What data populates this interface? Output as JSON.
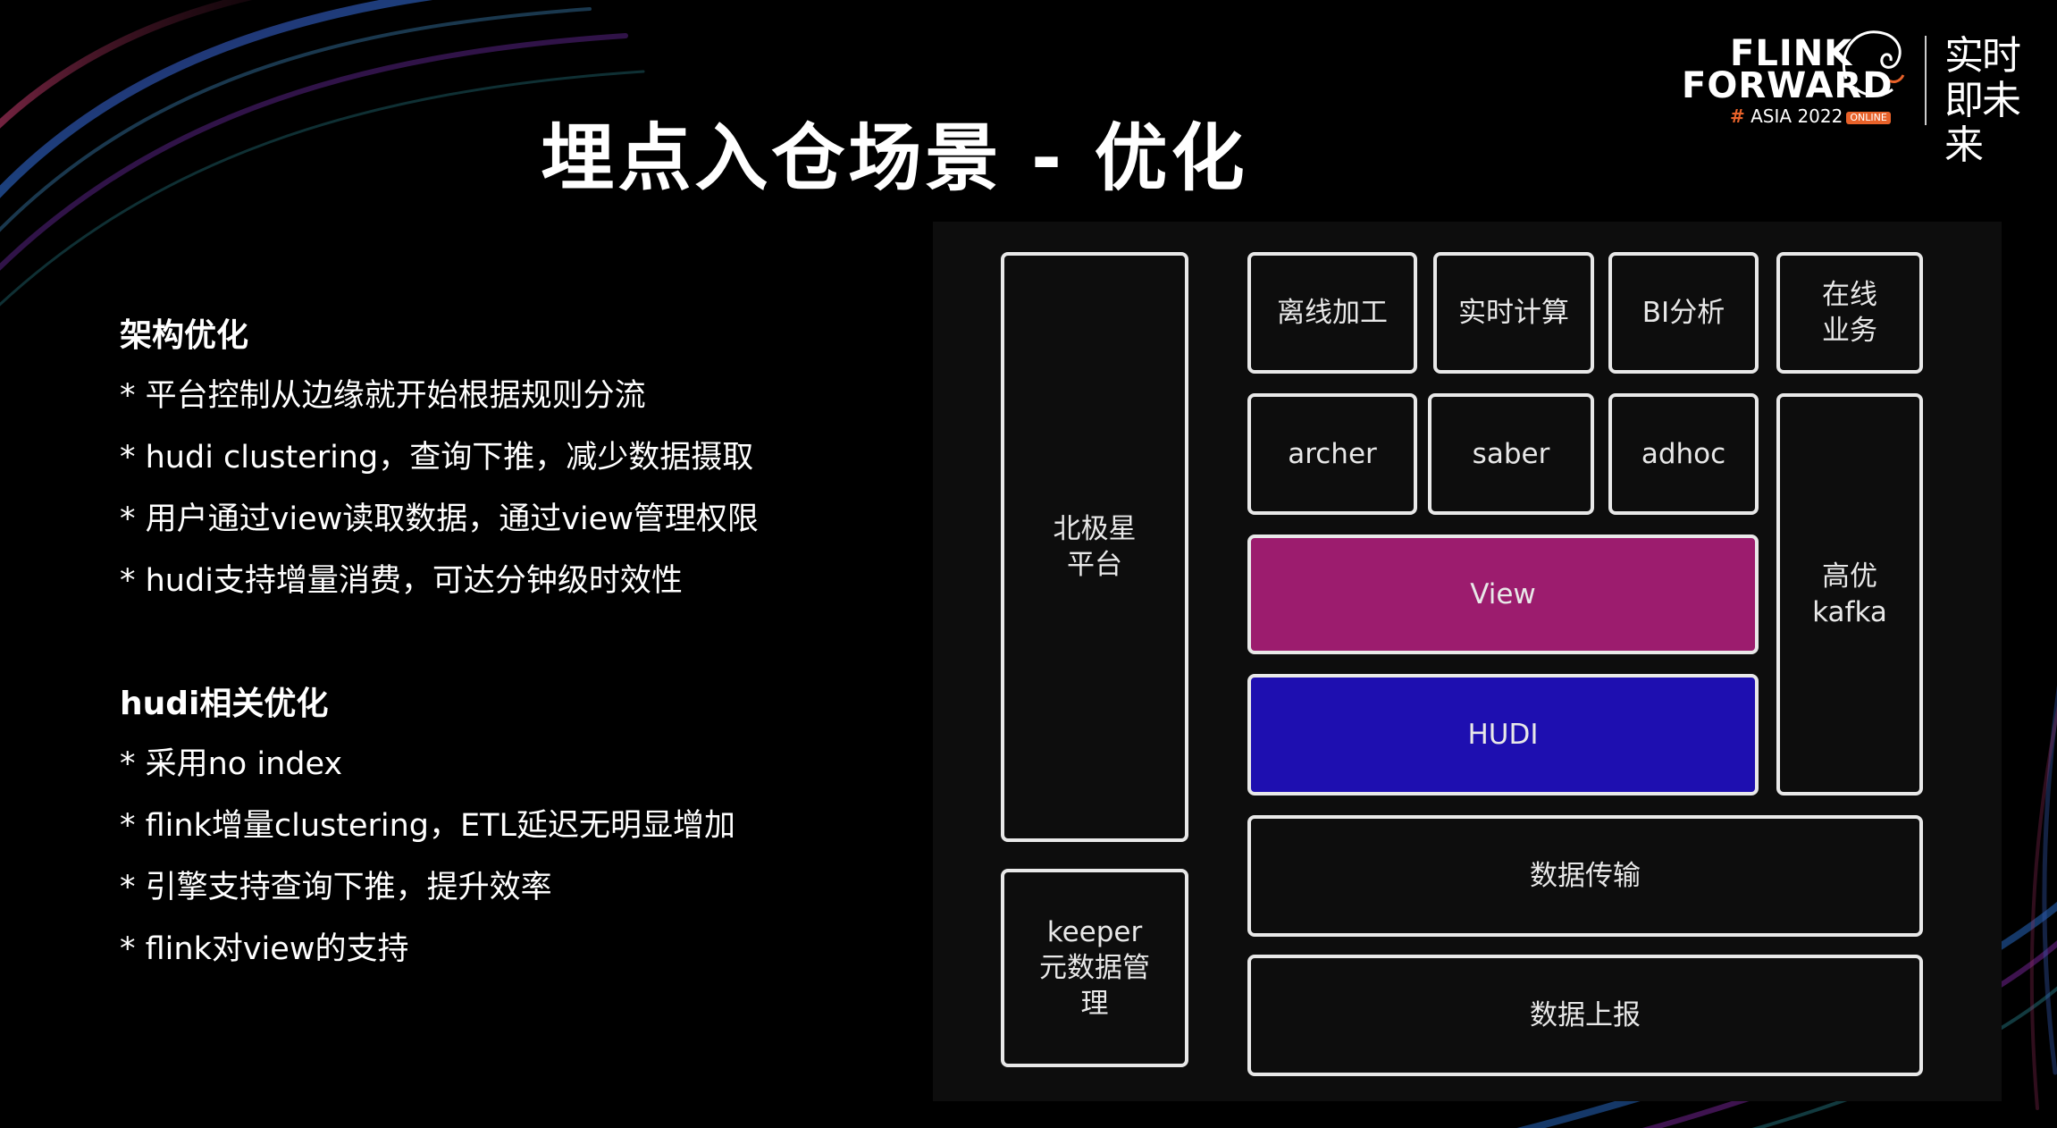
{
  "slide": {
    "title": "埋点入仓场景 - 优化"
  },
  "logo": {
    "line1": "FLINK",
    "line2": "FORWARD",
    "event_hash": "#",
    "event": " ASIA 2022",
    "badge": "ONLINE",
    "slogan": "实时即未来"
  },
  "architecture": {
    "heading": "架构优化",
    "bullets": [
      "* 平台控制从边缘就开始根据规则分流",
      "* hudi clustering，查询下推，减少数据摄取",
      "* 用户通过view读取数据，通过view管理权限",
      "* hudi支持增量消费，可达分钟级时效性"
    ]
  },
  "hudi_opt": {
    "heading": "hudi相关优化",
    "bullets": [
      "* 采用no index",
      "* flink增量clustering，ETL延迟无明显增加",
      "* 引擎支持查询下推，提升效率",
      "* flink对view的支持"
    ]
  },
  "diagram": {
    "polaris": "北极星\n平台",
    "keeper": "keeper\n元数据管\n理",
    "offline": "离线加工",
    "realtime": "实时计算",
    "bi": "BI分析",
    "online_biz": "在线\n业务",
    "archer": "archer",
    "saber": "saber",
    "adhoc": "adhoc",
    "view": "View",
    "hudi": "HUDI",
    "kafka": "高优\nkafka",
    "transfer": "数据传输",
    "report": "数据上报"
  },
  "colors": {
    "view_fill": "#9c1c6e",
    "hudi_fill": "#1e0fb0",
    "accent": "#e8622a"
  }
}
